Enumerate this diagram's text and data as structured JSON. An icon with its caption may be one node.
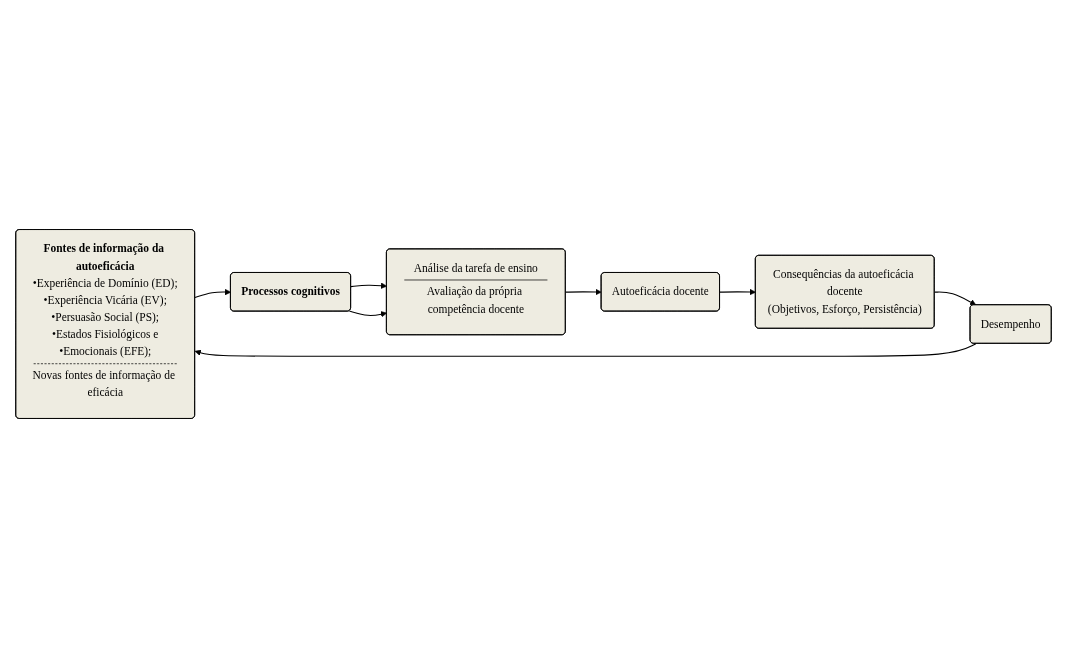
{
  "diagram": {
    "nodes": [
      {
        "text": [
          "Fontes de informação da autoeficácia",
          "•Experiência de Domínio (ED);",
          "•Experiência Vicária (EV);",
          "•Persuasão Social (PS);",
          "•Estados Fisiológicos e",
          "•Emocionais (EFE);",
          "Novas fontes de informação de eficácia"
        ]
      },
      {
        "text": [
          "Processos cognitivos"
        ]
      },
      {
        "text": [
          "Análise da tarefa de ensino",
          "Avaliação da própria competência docente"
        ]
      },
      {
        "text": [
          "Autoeficácia docente"
        ]
      },
      {
        "text": [
          "Consequências da autoeficácia docente",
          "(Objetivos, Esforço, Persistência)"
        ]
      },
      {
        "text": [
          "Desempenho"
        ]
      }
    ],
    "edges": [
      {
        "from": 0,
        "to": 1,
        "arrow": "to"
      },
      {
        "from": 1,
        "to": 2,
        "arrow": "to"
      },
      {
        "from": 1,
        "to": 2,
        "arrow": "to"
      },
      {
        "from": 2,
        "to": 3,
        "arrow": "to"
      },
      {
        "from": 3,
        "to": 4,
        "arrow": "to"
      },
      {
        "from": 4,
        "to": 5,
        "arrow": "to"
      },
      {
        "from": 5,
        "to": 0,
        "arrow": "to"
      }
    ]
  }
}
